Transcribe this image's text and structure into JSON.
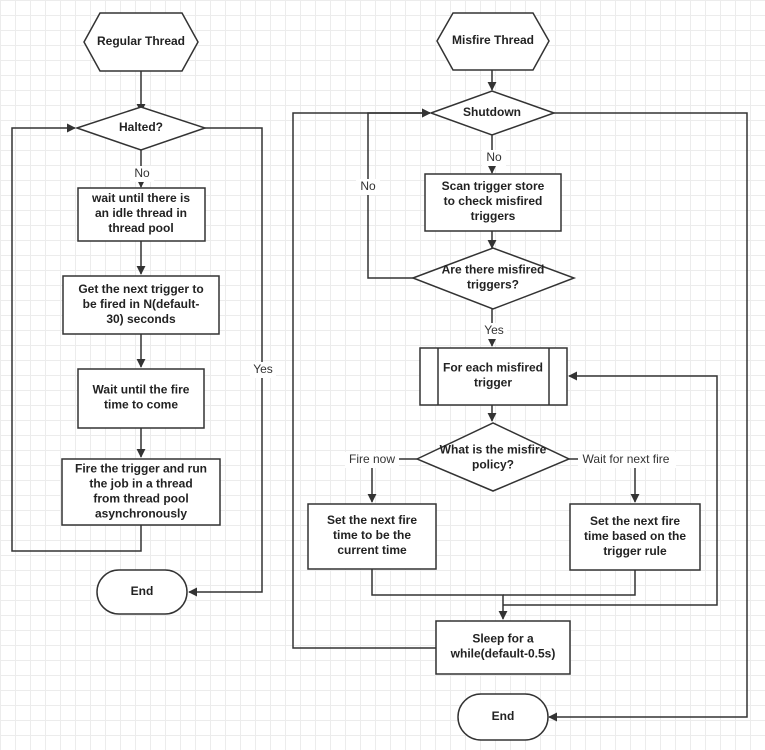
{
  "regular": {
    "start": "Regular Thread",
    "halted": "Halted?",
    "no_label": "No",
    "wait_idle": [
      "wait until there is",
      "an idle thread in",
      "thread pool"
    ],
    "get_next": [
      "Get the next trigger to",
      "be fired in N(default-",
      "30) seconds"
    ],
    "wait_fire": [
      "Wait until the fire",
      "time to come"
    ],
    "fire_run": [
      "Fire the trigger and run",
      "the job in a thread",
      "from thread pool",
      "asynchronously"
    ],
    "yes_label": "Yes",
    "end": "End"
  },
  "misfire": {
    "start": "Misfire Thread",
    "shutdown": "Shutdown",
    "no_label": "No",
    "no_label_loop": "No",
    "scan": [
      "Scan trigger store",
      "to check misfired",
      "triggers"
    ],
    "any_misfired": [
      "Are there misfired",
      "triggers?"
    ],
    "yes_label": "Yes",
    "for_each": [
      "For each misfired",
      "trigger"
    ],
    "policy": [
      "What is the misfire",
      "policy?"
    ],
    "fire_now_label": "Fire now",
    "wait_next_label": "Wait for next fire",
    "set_current": [
      "Set the next fire",
      "time to be the",
      "current time"
    ],
    "set_rule": [
      "Set the next fire",
      "time based on the",
      "trigger rule"
    ],
    "sleep": [
      "Sleep for a",
      "while(default-0.5s)"
    ],
    "end": "End"
  }
}
